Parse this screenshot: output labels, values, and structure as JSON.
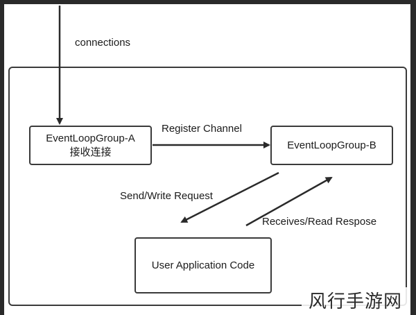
{
  "nodes": {
    "group_a": {
      "title": "EventLoopGroup-A",
      "subtitle": "接收连接"
    },
    "group_b": {
      "title": "EventLoopGroup-B"
    },
    "user_app": {
      "title": "User Application Code"
    }
  },
  "edges": {
    "incoming": "connections",
    "register": "Register Channel",
    "send": "Send/Write Request",
    "receive": "Receives/Read Respose"
  },
  "watermark": "风行手游网"
}
